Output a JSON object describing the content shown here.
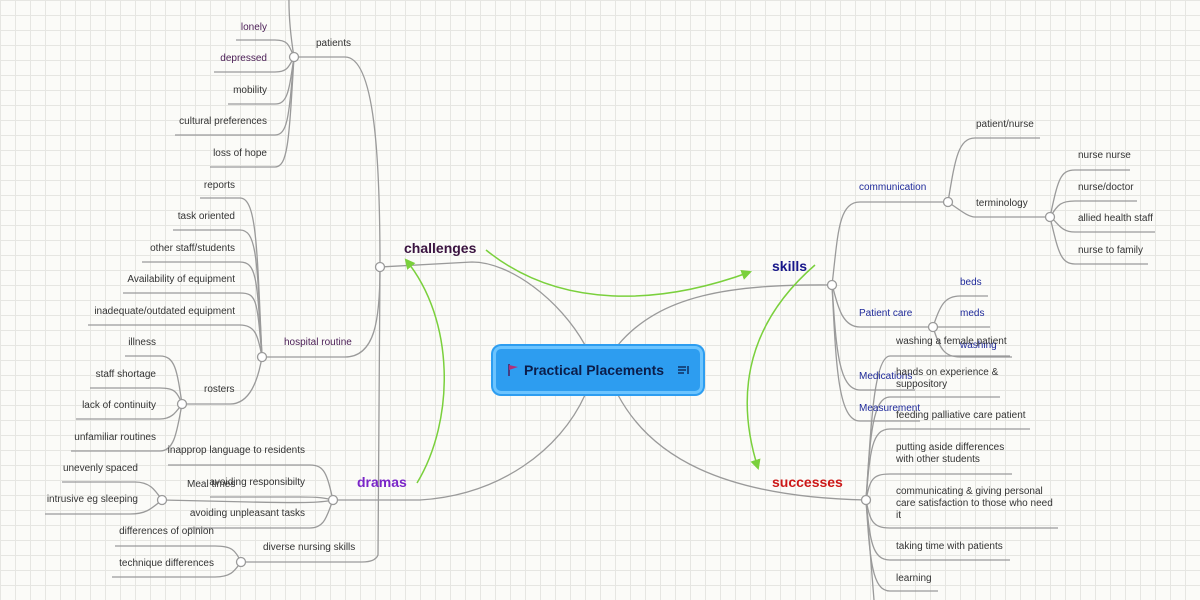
{
  "central": {
    "title": "Practical Placements"
  },
  "challenges": {
    "label": "challenges",
    "patients": {
      "label": "patients",
      "items": [
        "lonely",
        "depressed",
        "mobility",
        "cultural preferences",
        "loss of hope"
      ]
    },
    "hospital_routine": {
      "label": "hospital routine",
      "items": [
        "reports",
        "task oriented",
        "other staff/students",
        "Availability of equipment",
        "inadequate/outdated equipment"
      ],
      "rosters": {
        "label": "rosters",
        "items": [
          "illness",
          "staff shortage",
          "lack of continuity",
          "unfamiliar routines"
        ]
      }
    }
  },
  "dramas": {
    "label": "dramas",
    "items": [
      "inapprop language to residents",
      "avoiding responsibilty",
      "avoiding unpleasant tasks"
    ],
    "meal_times": {
      "label": "Meal times",
      "items": [
        "unevenly spaced",
        "intrusive eg sleeping"
      ]
    },
    "diverse_nursing_skills": {
      "label": "diverse nursing skills",
      "items": [
        "differences of opinion",
        "technique differences"
      ]
    }
  },
  "skills": {
    "label": "skills",
    "communication": {
      "label": "communication",
      "patient_nurse": "patient/nurse",
      "terminology": {
        "label": "terminology",
        "items": [
          "nurse nurse",
          "nurse/doctor",
          "allied health staff",
          "nurse to family"
        ]
      }
    },
    "patient_care": {
      "label": "Patient care",
      "items": [
        "beds",
        "meds",
        "washing"
      ]
    },
    "medications": "Medications",
    "measurement": "Measurement"
  },
  "successes": {
    "label": "successes",
    "items": [
      "washing a female patient",
      "hands on experience & suppository",
      "feeding palliative care patient",
      "putting aside differences with other students",
      "communicating & giving personal care satisfaction to those who need it",
      "taking time with patients",
      "learning"
    ]
  },
  "colors": {
    "central_fill": "#2d9df0",
    "relation_arrow": "#7ad03c",
    "connector": "#9a9a9a"
  }
}
